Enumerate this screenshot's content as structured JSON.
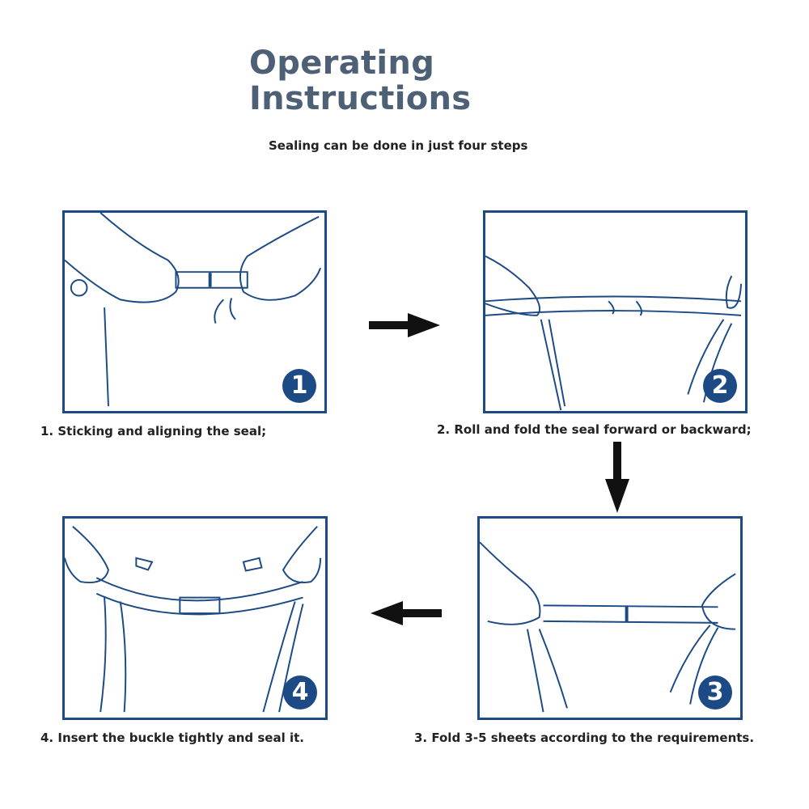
{
  "header": {
    "title_line1": "Operating",
    "title_line2": "Instructions",
    "subtitle": "Sealing can be done in just four steps"
  },
  "steps": [
    {
      "number": "1",
      "caption": "1. Sticking and aligning the seal;"
    },
    {
      "number": "2",
      "caption": "2. Roll and fold the seal forward or backward;"
    },
    {
      "number": "3",
      "caption": "3. Fold 3-5 sheets according to the requirements."
    },
    {
      "number": "4",
      "caption": "4. Insert the buckle tightly and seal it."
    }
  ],
  "colors": {
    "accent": "#1c4a85",
    "title": "#4d6075",
    "arrow": "#111111"
  },
  "icons": [
    "right-arrow-icon",
    "down-arrow-icon",
    "left-arrow-icon"
  ]
}
